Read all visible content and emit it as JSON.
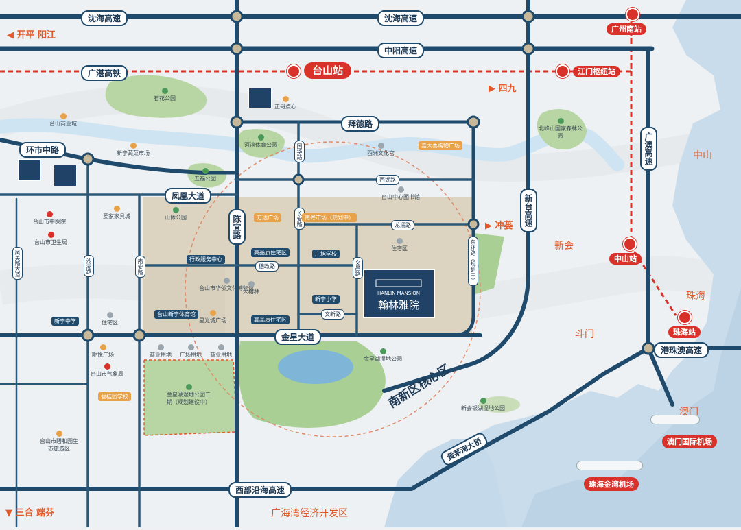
{
  "colors": {
    "road": "#1f4a6b",
    "rail": "#d9322a",
    "label_red": "#e05a2b",
    "sea": "#cfe0ee",
    "park": "#a9cf94",
    "district": "#d8d0bd",
    "river": "#cfe3f0"
  },
  "highways": {
    "shenhai_1": "沈海高速",
    "shenhai_2": "沈海高速",
    "zhongyang": "中阳高速",
    "guangzhan_rail": "广湛高铁",
    "huanshi": "环市中路",
    "fenghuang": "凤凰大道",
    "chenyi": "陈宜路",
    "shunde": "拜德路",
    "jinxing": "金星大道",
    "xintai": "新台高速",
    "guangao": "广澳高速",
    "xibu": "西部沿海高速",
    "gangzhuao": "港珠澳高速",
    "huangmao_bridge": "黄茅海大桥",
    "nanxin_core": "南新区核心区"
  },
  "stations": {
    "taishan": "台山站",
    "guangzhou_south": "广州南站",
    "jiangmen_hub": "江门枢纽站",
    "zhongshan": "中山站",
    "zhuhai": "珠海站"
  },
  "directions": {
    "kaiping": "开平 阳江",
    "sijiu": "四九",
    "chongyu": "冲蒌",
    "sanhe": "三合 端芬"
  },
  "cities": {
    "zhongshan": "中山",
    "xinhui": "新会",
    "zhuhai": "珠海",
    "doumen": "斗门",
    "macau": "澳门",
    "guanghai_zone": "广海湾经济开发区"
  },
  "airports": {
    "macau": "澳门国际机场",
    "zhuhai": "珠海金湾机场"
  },
  "small_roads": {
    "guohua": "国华路",
    "changan": "长安路",
    "xihu": "西湖路",
    "longyong": "龙涌路",
    "wenchang": "文昌路",
    "wenxin": "文新路",
    "dongzhuan": "东环路（规划中）",
    "deping": "德政路",
    "nanan": "南安路",
    "shahu": "沙湖路",
    "fengmei": "凤美路大道"
  },
  "pois": {
    "shihua_park": "石花公园",
    "taishan_mall": "台山商业城",
    "zhengge": "正哥点心",
    "xinning_market": "新宁蔬菜市场",
    "hebin_sports": "河滨体育公园",
    "xizhou_culture": "西洲文化宫",
    "wufeng_park": "五福公园",
    "library": "台山中心图书馆",
    "beifeng_park": "北峰山国家森林公园",
    "jiadadi": "嘉大喜购物广场",
    "aijia": "爱家家具城",
    "shanti_park": "山体公园",
    "wanda": "万达广场",
    "nanyu_market": "南粤市场（规划中）",
    "tcm_hospital": "台山市中医院",
    "health_bureau": "台山市卫生局",
    "admin_center": "行政服务中心",
    "gaopin_1": "高品质住宅区",
    "guangxu_school": "广旭学校",
    "residential": "住宅区",
    "overseas_museum": "台山市华侨文化博物馆",
    "dashulin": "大榕林",
    "xinning_primary": "新宁小学",
    "xinning_stadium": "台山新宁体育馆",
    "xingguang": "星光城广场",
    "gaopin_2": "高品质住宅区",
    "xinning_middle": "新宁中学",
    "residential_2": "住宅区",
    "yiyue": "昵悦广场",
    "weather": "台山市气象局",
    "biguiyuan_school": "碧桂园学校",
    "commercial_1": "商业用地",
    "commercial_2": "广场用地",
    "commercial_3": "商业用地",
    "jinxing_park2": "金星湖湿地公园二期（规划建设中）",
    "jinxing_park": "金星湖湿地公园",
    "xinhui_park": "新会银湖湿地公园",
    "biheyuan": "台山市碧和园生态旅游区"
  },
  "project": {
    "name_en": "HANLIN MANSION",
    "name_cn": "翰林雅院"
  }
}
